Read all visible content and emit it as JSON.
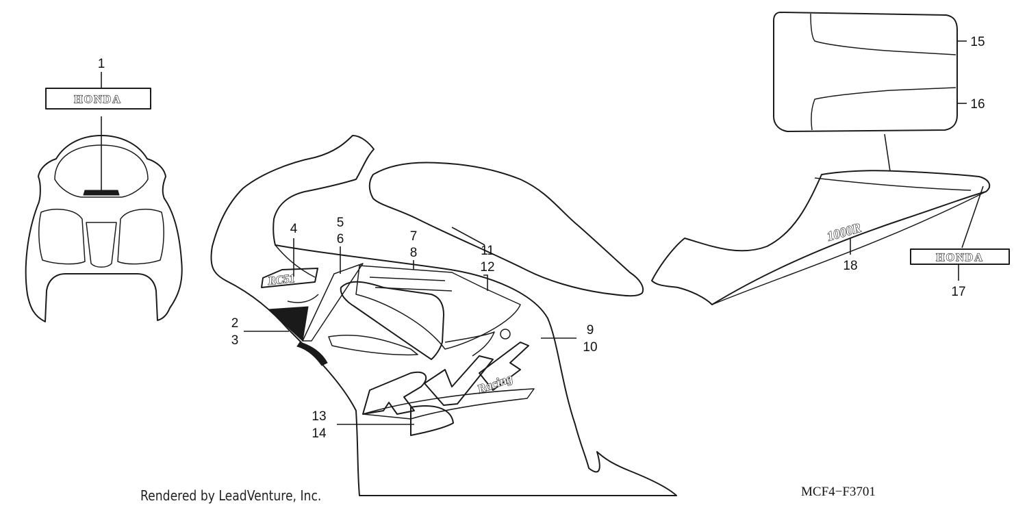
{
  "callouts": [
    {
      "id": "c1",
      "label": "1"
    },
    {
      "id": "c2",
      "label": "2"
    },
    {
      "id": "c3",
      "label": "3"
    },
    {
      "id": "c4",
      "label": "4"
    },
    {
      "id": "c5",
      "label": "5"
    },
    {
      "id": "c6",
      "label": "6"
    },
    {
      "id": "c7",
      "label": "7"
    },
    {
      "id": "c8",
      "label": "8"
    },
    {
      "id": "c9",
      "label": "9"
    },
    {
      "id": "c10",
      "label": "10"
    },
    {
      "id": "c11",
      "label": "11"
    },
    {
      "id": "c12",
      "label": "12"
    },
    {
      "id": "c13",
      "label": "13"
    },
    {
      "id": "c14",
      "label": "14"
    },
    {
      "id": "c15",
      "label": "15"
    },
    {
      "id": "c16",
      "label": "16"
    },
    {
      "id": "c17",
      "label": "17"
    },
    {
      "id": "c18",
      "label": "18"
    }
  ],
  "emblems": {
    "honda_front": "HONDA",
    "honda_rear": "HONDA",
    "model_fairing": "RC51",
    "model_tail": "1000R"
  },
  "credit": "Rendered by LeadVenture, Inc.",
  "figure_code": "MCF4−F3701"
}
